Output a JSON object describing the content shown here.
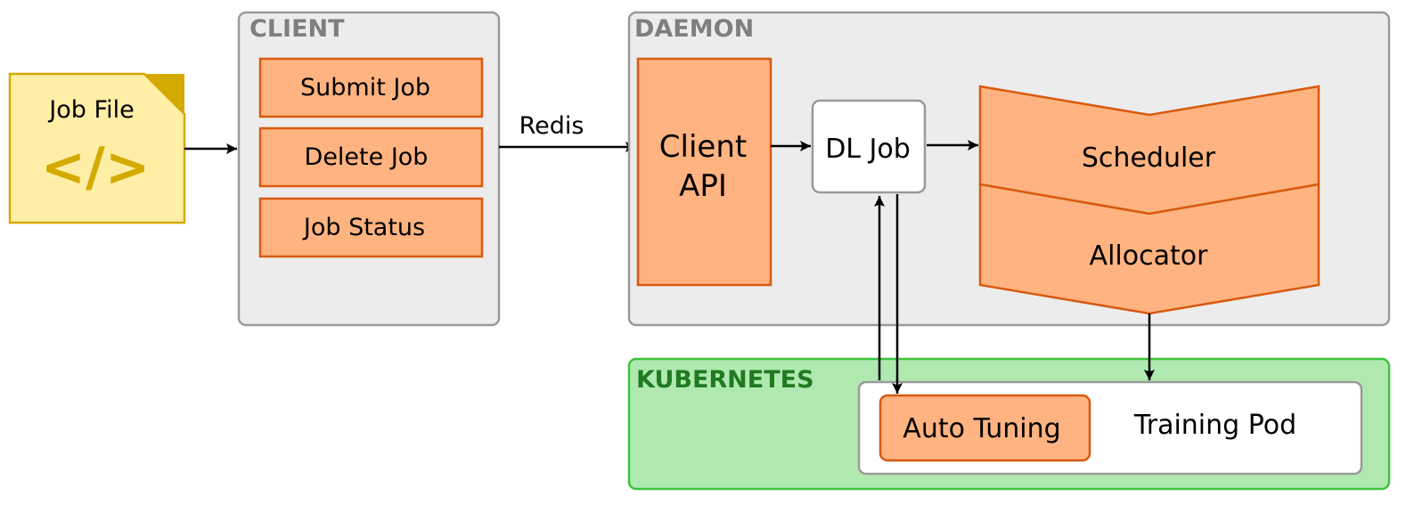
{
  "colors": {
    "group_fill": "#ececec",
    "group_stroke": "#9a9a9a",
    "group_title": "#7f7f7f",
    "orange_fill": "#ffb380",
    "orange_stroke": "#d85a10",
    "k8s_fill": "#afe9b0",
    "k8s_stroke": "#3cc43c",
    "k8s_title": "#217a21",
    "file_fill": "#ffeea5",
    "file_stroke": "#d4aa00",
    "file_corner": "#d4aa00"
  },
  "job_file": {
    "label": "Job File",
    "icon": "code-icon",
    "glyph": "</>"
  },
  "client": {
    "title": "CLIENT",
    "buttons": [
      "Submit Job",
      "Delete Job",
      "Job Status"
    ]
  },
  "link_label": "Redis",
  "daemon": {
    "title": "DAEMON",
    "client_api": [
      "Client",
      "API"
    ],
    "dl_job": "DL Job",
    "scheduler": "Scheduler",
    "allocator": "Allocator"
  },
  "kubernetes": {
    "title": "KUBERNETES",
    "auto_tuning": "Auto Tuning",
    "training_pod": "Training Pod"
  }
}
